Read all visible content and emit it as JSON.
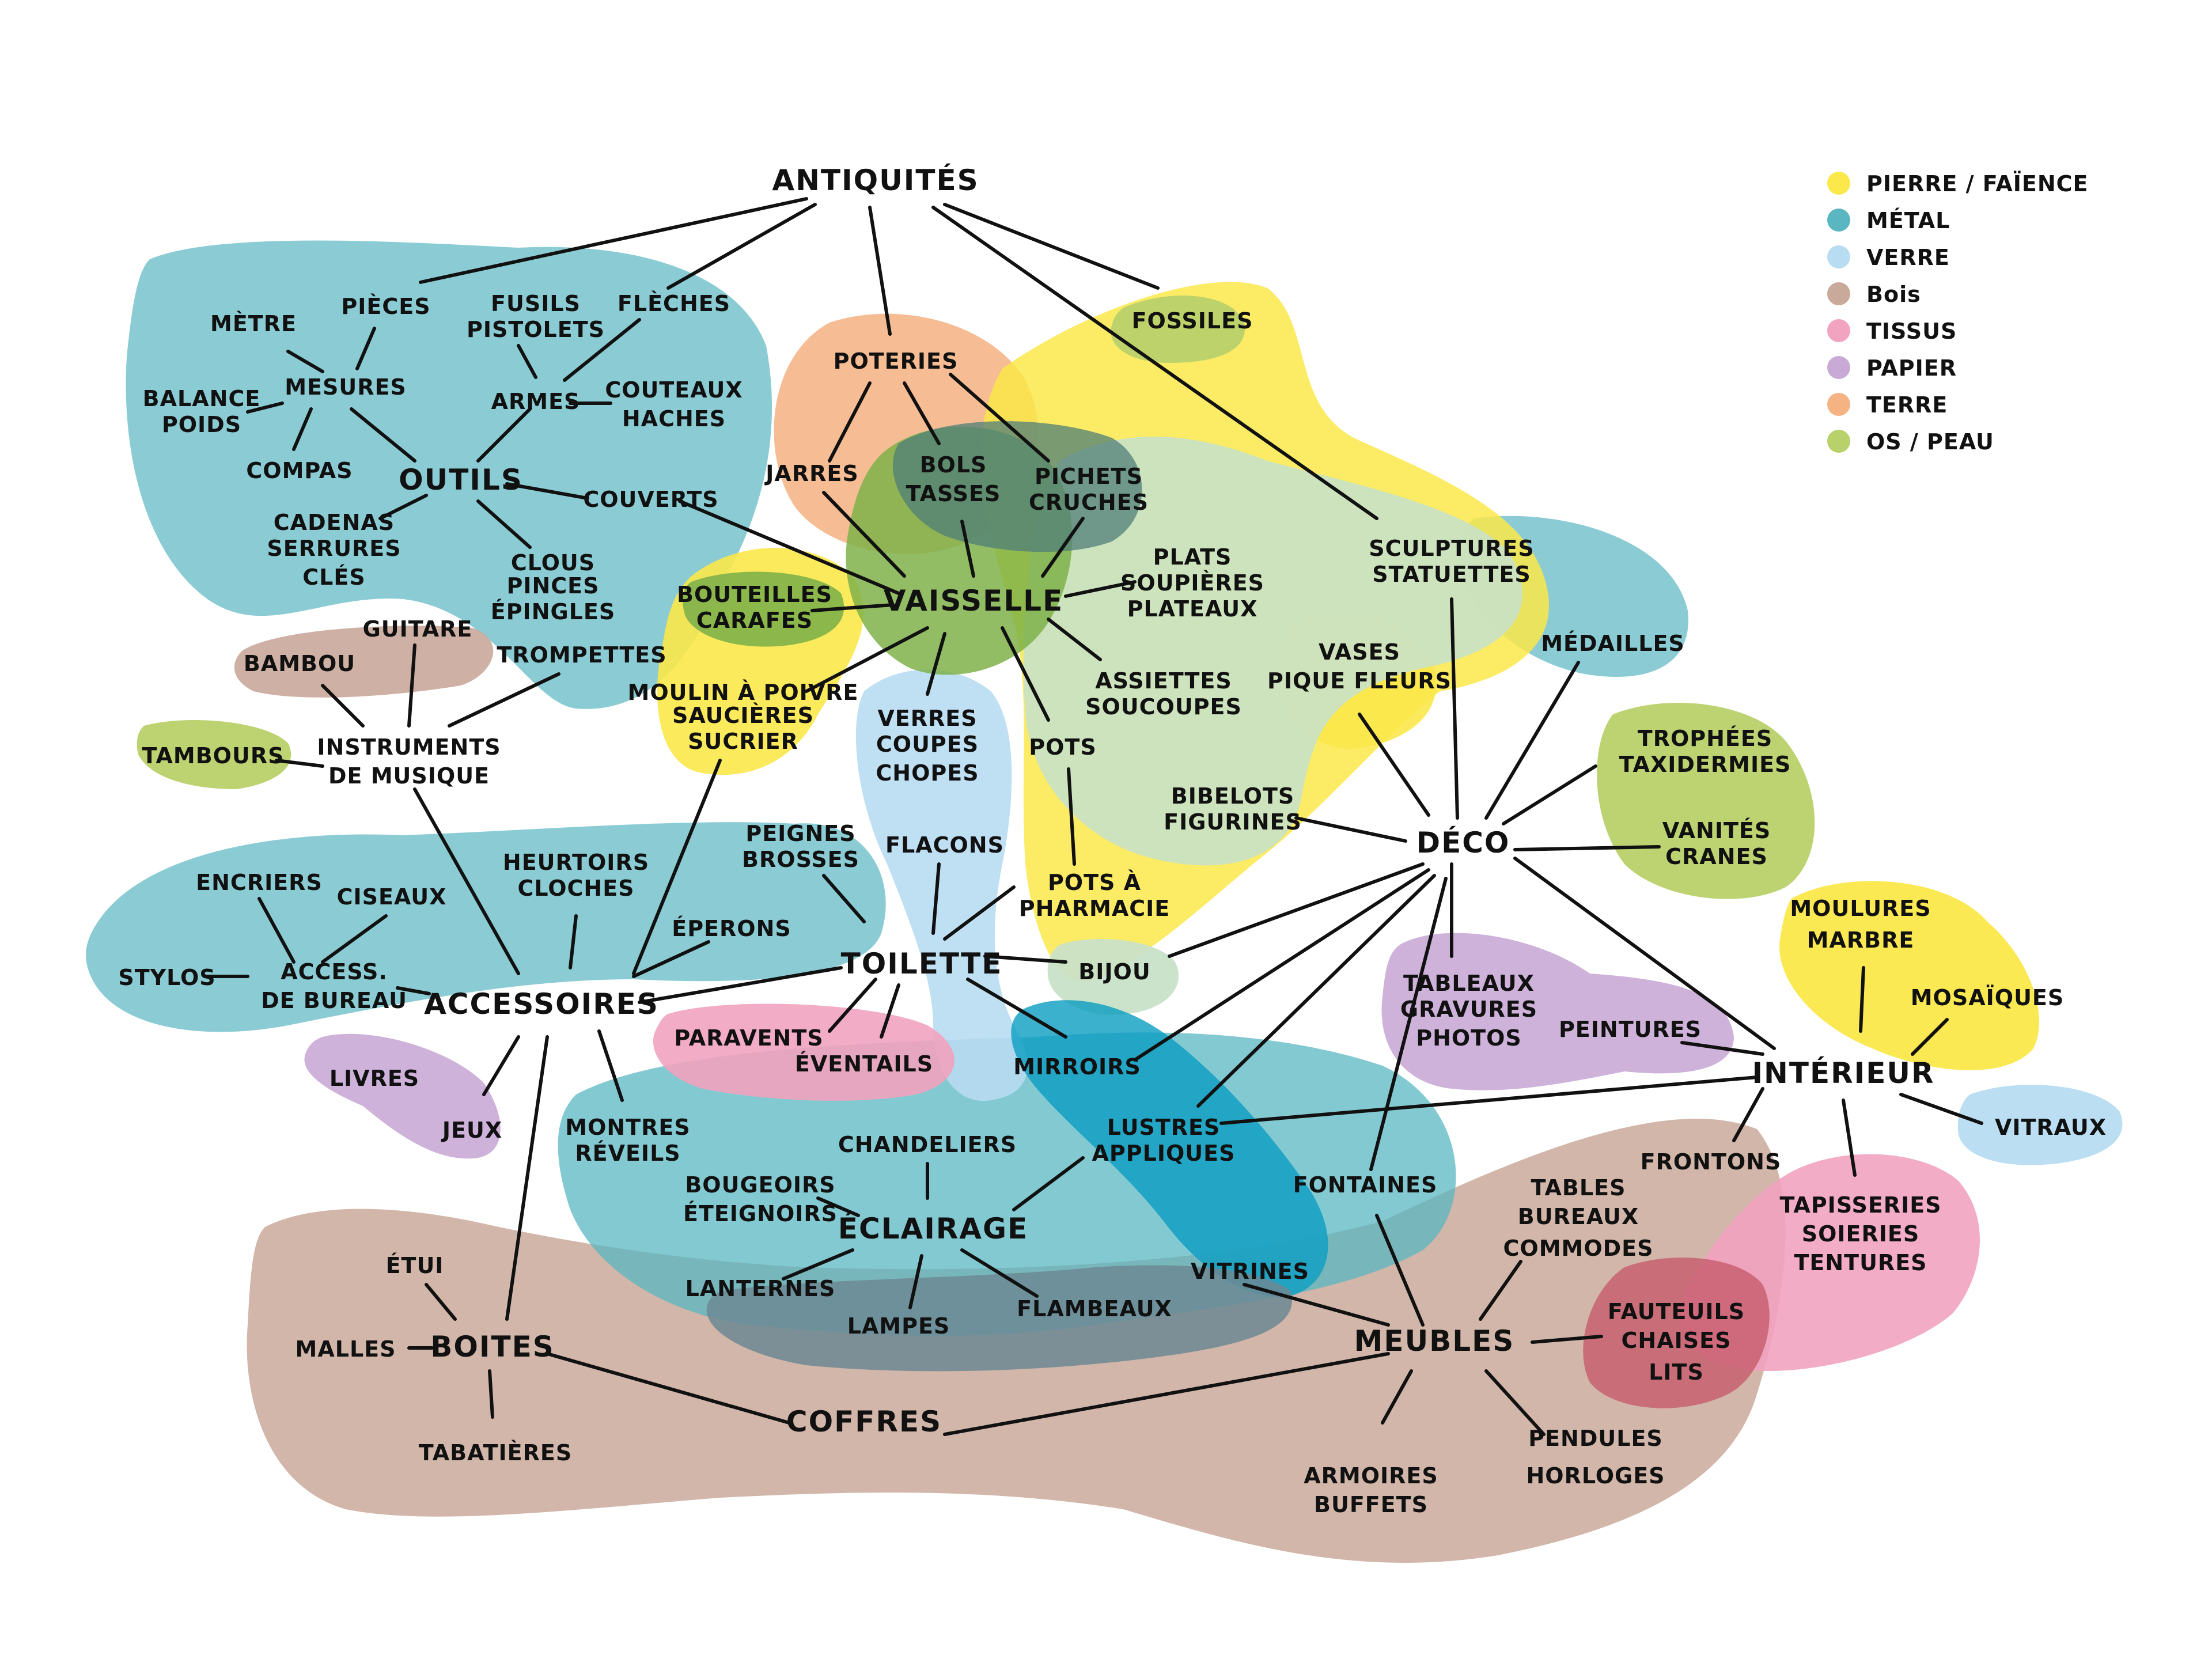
{
  "legend": [
    {
      "label": "PIERRE / FAÏENCE",
      "color": "#fbe84a"
    },
    {
      "label": "MÉTAL",
      "color": "#5ab7c2"
    },
    {
      "label": "VERRE",
      "color": "#b8dcf2"
    },
    {
      "label": "Bois",
      "color": "#c9a99a"
    },
    {
      "label": "TISSUS",
      "color": "#f2a3bf"
    },
    {
      "label": "PAPIER",
      "color": "#c9aad6"
    },
    {
      "label": "TERRE",
      "color": "#f5b283"
    },
    {
      "label": "OS / PEAU",
      "color": "#b9d16a"
    }
  ],
  "nodes": {
    "antiquites": "ANTIQUITÉS",
    "pieces": "PIÈCES",
    "metre": "MÈTRE",
    "mesures": "MESURES",
    "balance_1": "BALANCE",
    "balance_2": "POIDS",
    "compas": "COMPAS",
    "fusils_1": "FUSILS",
    "fusils_2": "PISTOLETS",
    "fleches": "FLÈCHES",
    "armes": "ARMES",
    "couteaux_1": "COUTEAUX",
    "couteaux_2": "HACHES",
    "outils": "OUTILS",
    "couverts": "COUVERTS",
    "cadenas_1": "CADENAS",
    "cadenas_2": "SERRURES",
    "cadenas_3": "CLÉS",
    "clous_1": "CLOUS",
    "clous_2": "PINCES",
    "clous_3": "ÉPINGLES",
    "poteries": "POTERIES",
    "jarres": "JARRES",
    "bols_1": "BOLS",
    "bols_2": "TASSES",
    "pichets_1": "PICHETS",
    "pichets_2": "CRUCHES",
    "fossiles": "FOSSILES",
    "bouteilles_1": "BOUTEILLES",
    "bouteilles_2": "CARAFES",
    "vaisselle": "VAISSELLE",
    "plats_1": "PLATS",
    "plats_2": "SOUPIÈRES",
    "plats_3": "PLATEAUX",
    "sculptures_1": "SCULPTURES",
    "sculptures_2": "STATUETTES",
    "medailles": "MÉDAILLES",
    "assiettes_1": "ASSIETTES",
    "assiettes_2": "SOUCOUPES",
    "moulin_1": "MOULIN À POIVRE",
    "moulin_2": "SAUCIÈRES",
    "moulin_3": "SUCRIER",
    "verres_1": "VERRES",
    "verres_2": "COUPES",
    "verres_3": "CHOPES",
    "pots": "POTS",
    "vases_1": "VASES",
    "vases_2": "PIQUE FLEURS",
    "bambou": "BAMBOU",
    "guitare": "GUITARE",
    "trompettes": "TROMPETTES",
    "tambours": "TAMBOURS",
    "instruments_1": "INSTRUMENTS",
    "instruments_2": "DE MUSIQUE",
    "bibelots_1": "BIBELOTS",
    "bibelots_2": "FIGURINES",
    "deco": "DÉCO",
    "trophees_1": "TROPHÉES",
    "trophees_2": "TAXIDERMIES",
    "vanites_1": "VANITÉS",
    "vanites_2": "CRANES",
    "encriers": "ENCRIERS",
    "ciseaux": "CISEAUX",
    "heurtoirs_1": "HEURTOIRS",
    "heurtoirs_2": "CLOCHES",
    "peignes_1": "PEIGNES",
    "peignes_2": "BROSSES",
    "flacons": "FLACONS",
    "pots_pharma_1": "POTS À",
    "pots_pharma_2": "PHARMACIE",
    "moulures_1": "MOULURES",
    "moulures_2": "MARBRE",
    "stylos": "STYLOS",
    "access_bureau_1": "ACCESS.",
    "access_bureau_2": "DE BUREAU",
    "accessoires": "ACCESSOIRES",
    "eperons": "ÉPERONS",
    "toilette": "TOILETTE",
    "bijou": "BIJOU",
    "tableaux_1": "TABLEAUX",
    "tableaux_2": "GRAVURES",
    "tableaux_3": "PHOTOS",
    "mosaiques": "MOSAÏQUES",
    "paravents": "PARAVENTS",
    "eventails": "ÉVENTAILS",
    "peintures": "PEINTURES",
    "interieur": "INTÉRIEUR",
    "livres": "LIVRES",
    "mirroirs": "MIRROIRS",
    "vitraux": "VITRAUX",
    "jeux": "JEUX",
    "montres_1": "MONTRES",
    "montres_2": "RÉVEILS",
    "lustres_1": "LUSTRES",
    "lustres_2": "APPLIQUES",
    "chandeliers": "CHANDELIERS",
    "bougeoirs_1": "BOUGEOIRS",
    "bougeoirs_2": "ÉTEIGNOIRS",
    "eclairage": "ÉCLAIRAGE",
    "frontons": "FRONTONS",
    "tables_1": "TABLES",
    "tables_2": "BUREAUX",
    "tables_3": "COMMODES",
    "tapisseries_1": "TAPISSERIES",
    "tapisseries_2": "SOIERIES",
    "tapisseries_3": "TENTURES",
    "fontaines": "FONTAINES",
    "etui": "ÉTUI",
    "lanternes": "LANTERNES",
    "vitrines": "VITRINES",
    "malles": "MALLES",
    "boites": "BOITES",
    "lampes": "LAMPES",
    "flambeaux": "FLAMBEAUX",
    "meubles": "MEUBLES",
    "fauteuils_1": "FAUTEUILS",
    "fauteuils_2": "CHAISES",
    "fauteuils_3": "LITS",
    "coffres": "COFFRES",
    "tabatieres": "TABATIÈRES",
    "pendules_1": "PENDULES",
    "pendules_2": "HORLOGES",
    "armoires_1": "ARMOIRES",
    "armoires_2": "BUFFETS"
  }
}
